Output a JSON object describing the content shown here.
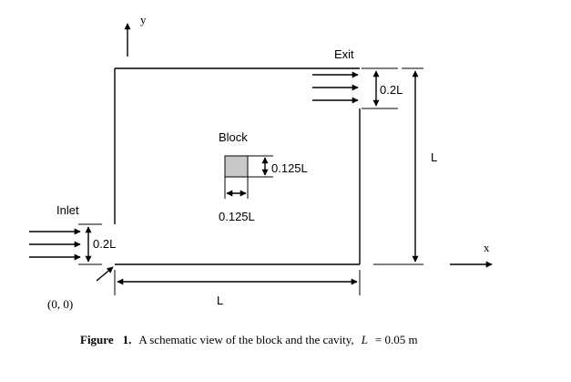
{
  "axes": {
    "y_label": "y",
    "x_label": "x",
    "origin_label": "(0, 0)"
  },
  "labels": {
    "exit": "Exit",
    "inlet": "Inlet",
    "block": "Block",
    "exit_width": "0.2L",
    "inlet_width": "0.2L",
    "block_height": "0.125L",
    "block_width": "0.125L",
    "cavity_height": "L",
    "cavity_width": "L"
  },
  "caption": {
    "prefix": "Figure",
    "number": "1.",
    "text": "A schematic view of the block and the cavity,",
    "variable": "L",
    "equation": "= 0.05 m"
  },
  "colors": {
    "block_fill": "#c8c8c8",
    "stroke": "#000000"
  }
}
